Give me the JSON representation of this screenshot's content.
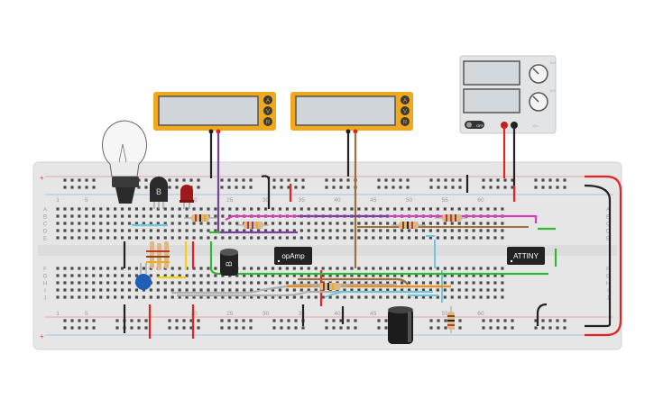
{
  "multimeters": [
    {
      "buttons": [
        "A",
        "V",
        "R"
      ]
    },
    {
      "buttons": [
        "A",
        "V",
        "R"
      ]
    }
  ],
  "power_supply": {
    "off_label": "OFF",
    "top_label": "0.0",
    "bottom_label": "0.0",
    "knob_label": "Vcc"
  },
  "breadboard": {
    "column_numbers": [
      "1",
      "5",
      "20",
      "25",
      "30",
      "35",
      "40",
      "45",
      "50",
      "55",
      "60"
    ],
    "row_letters_top": [
      "A",
      "B",
      "C",
      "D",
      "E"
    ],
    "row_letters_bottom": [
      "F",
      "G",
      "H",
      "I",
      "J"
    ],
    "rail_plus": "+",
    "rail_minus": "−"
  },
  "components": {
    "transistor_label": "B",
    "sensor_label": "B",
    "opamp_label": "opAmp",
    "attiny_label": "ATTINY"
  },
  "colors": {
    "multimeter_body": "#f0a81c",
    "lcd": "#d9dde0",
    "breadboard": "#e6e6e6",
    "wire_purple": "#7b3fa0",
    "wire_red": "#e02424",
    "wire_black": "#222222",
    "wire_brown": "#a0703c",
    "wire_pink": "#d63fb5",
    "wire_green": "#33b833",
    "wire_orange": "#f08c1a",
    "wire_lightblue": "#6ec6dc",
    "wire_yellow": "#f0d21e",
    "wire_gray": "#b0b0b0"
  }
}
